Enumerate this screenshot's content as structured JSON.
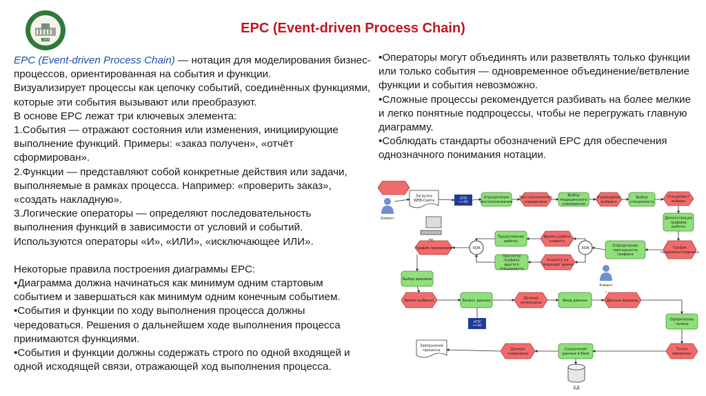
{
  "header": {
    "title": "EPC (Event-driven Process Chain)",
    "logo_year": "1868"
  },
  "left": {
    "intro_term": "EPC (Event-driven Process Chain)",
    "intro_rest": " — нотация для моделирования бизнес-процессов, ориентированная на события и функции.",
    "lines": [
      "Визуализирует процессы как цепочку событий, соединённых функциями, которые эти события вызывают или преобразуют.",
      "В основе EPC лежат три ключевых элемента:",
      "1.События — отражают состояния или изменения, инициирующие выполнение функций. Примеры: «заказ получен», «отчёт сформирован».",
      "2.Функции — представляют собой конкретные действия или задачи, выполняемые в рамках процесса. Например: «проверить заказ», «создать накладную».",
      "3.Логические операторы — определяют последовательность выполнения функций в зависимости от условий и событий. Используются операторы «И», «ИЛИ», «исключающее ИЛИ»."
    ],
    "rules_heading": "Некоторые правила построения диаграммы EPC:",
    "rules": [
      "•Диаграмма должна начинаться как минимум одним стартовым событием и завершаться как минимум одним конечным событием.",
      "•События и функции по ходу выполнения процесса должны чередоваться. Решения о дальнейшем ходе выполнения процесса принимаются функциями.",
      "•События и функции должны содержать строго по одной входящей и одной исходящей связи, отражающей ход выполнения процесса."
    ]
  },
  "right": {
    "rules": [
      "•Операторы могут объединять или разветвлять только функции или только события — одновременное объединение/ветвление функции и события невозможно.",
      "•Сложные процессы рекомендуется разбивать на более мелкие и легко понятные подпроцессы, чтобы не перегружать главную диаграмму.",
      "•Соблюдать стандарты обозначений EPC для обеспечения однозначного понимания нотации."
    ]
  },
  "diagram": {
    "colors": {
      "function": "#8fe07a",
      "event": "#f26b6b",
      "operator": "#ffffff",
      "info": "#1e3b9a",
      "line": "#2a2a2a"
    },
    "labels": {
      "client": "Клиент",
      "client2": "Клиент",
      "pk": "ПК",
      "db": "БД",
      "xor1": "XOR",
      "xor2": "XOR",
      "http1": "HTTP ++ЭО",
      "http2": "HTTP ++ЭО",
      "doc1": "Загрузка WEB-Сайта",
      "doc2": "Завершение процесса",
      "r1_f1": "Определение местоположения",
      "r1_e1": "Местоположение определено",
      "r1_f2": "Выбор медицинского учреждения",
      "r1_e2": "Учреждение выбрано",
      "r1_f3": "Выбор специалиста",
      "r1_e3": "Специалист выбран",
      "r_f1": "Демонстрация графика работы",
      "r_e1": "График продемонстрирован",
      "m_f1": "Продолжение работы",
      "m_e1": "Время удобно клиенту",
      "m_f2": "Просмотр графика другого специалиста",
      "m_e2": "Клиенту не подходит время",
      "m_f3": "Определение пригодности графика",
      "l_e1": "График принимаем",
      "l_f1": "Выбор времени",
      "l_e2": "Время выбрано",
      "b_f1": "Запрос данных",
      "b_e1": "Данные запрошены",
      "b_f2": "Ввод данных",
      "b_e2": "Данные введены",
      "b_f3": "Оформление талона",
      "b_e3": "Талон оформлен",
      "b_f4": "Сохранение данных в базе",
      "b_e4": "Данные сохранены"
    }
  }
}
